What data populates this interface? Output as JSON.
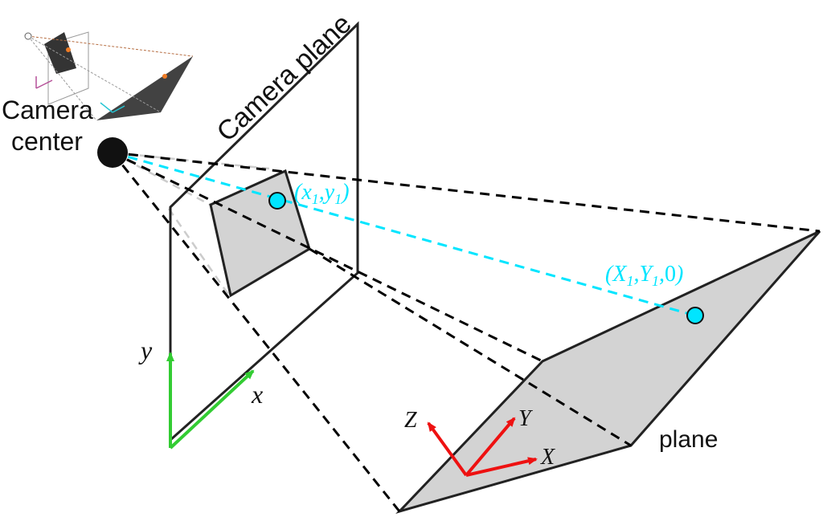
{
  "labels": {
    "camera_center_line1": "Camera",
    "camera_center_line2": "center",
    "camera_plane": "Camera plane",
    "plane": "plane"
  },
  "image_point": {
    "x": "x",
    "x_sub": "1",
    "y": "y",
    "y_sub": "1"
  },
  "world_point": {
    "X": "X",
    "X_sub": "1",
    "Y": "Y",
    "Y_sub": "1",
    "z": "0"
  },
  "camera_axes": {
    "x": "x",
    "y": "y"
  },
  "world_axes": {
    "X": "X",
    "Y": "Y",
    "Z": "Z"
  },
  "colors": {
    "ray": "#000000",
    "image_ray": "#00e5ff",
    "camera_axes": "#33cc33",
    "world_axes": "#ee1111",
    "plane_fill": "#d3d3d3",
    "point_fill": "#00e5ff",
    "hidden_ray": "#cccccc"
  }
}
